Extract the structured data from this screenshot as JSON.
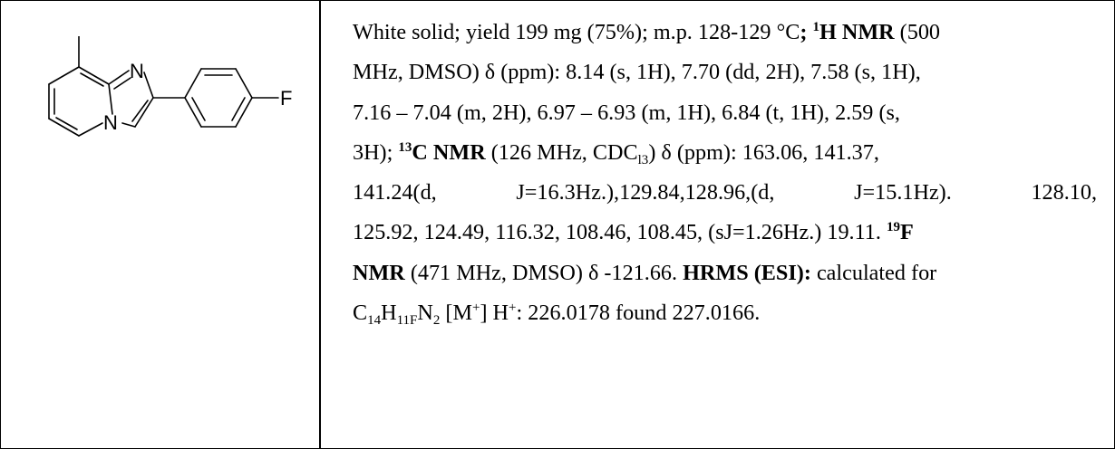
{
  "structure": {
    "atom_n": "N",
    "atom_n_ring": "N",
    "atom_f": "F"
  },
  "text": {
    "l1": {
      "a": "White solid; yield 199 mg (75%); m.p. 128-129 °C",
      "b": "; ",
      "c": "1",
      "d": "H NMR",
      "e": " (500"
    },
    "l2": "MHz, DMSO) δ (ppm): 8.14 (s, 1H), 7.70 (dd, 2H), 7.58 (s, 1H),",
    "l3": "7.16 – 7.04 (m, 2H), 6.97 – 6.93 (m, 1H), 6.84 (t, 1H), 2.59 (s,",
    "l4": {
      "a": "3H); ",
      "b": "13",
      "c": "C NMR",
      "d": " (126 MHz, CDC",
      "e": "l3",
      "f": ") δ (ppm): 163.06, 141.37,"
    },
    "l5": [
      "141.24(d,",
      "J=16.3Hz.),129.84,128.96,(d,",
      "J=15.1Hz).",
      "128.10,"
    ],
    "l6": {
      "a": "125.92, 124.49, 116.32, 108.46, 108.45, (sJ=1.26Hz.) 19.11. ",
      "b": "19",
      "c": "F"
    },
    "l7": {
      "a": "NMR",
      "b": " (471 MHz, DMSO) δ -121.66. ",
      "c": "HRMS (ESI):",
      "d": " calculated for"
    },
    "l8": {
      "a": "C",
      "b": "14",
      "c": "H",
      "d": "11F",
      "e": "N",
      "f": "2",
      "g": " [M",
      "h": "+",
      "i": "] H",
      "j": "+",
      "k": ": 226.0178 found 227.0166."
    }
  }
}
